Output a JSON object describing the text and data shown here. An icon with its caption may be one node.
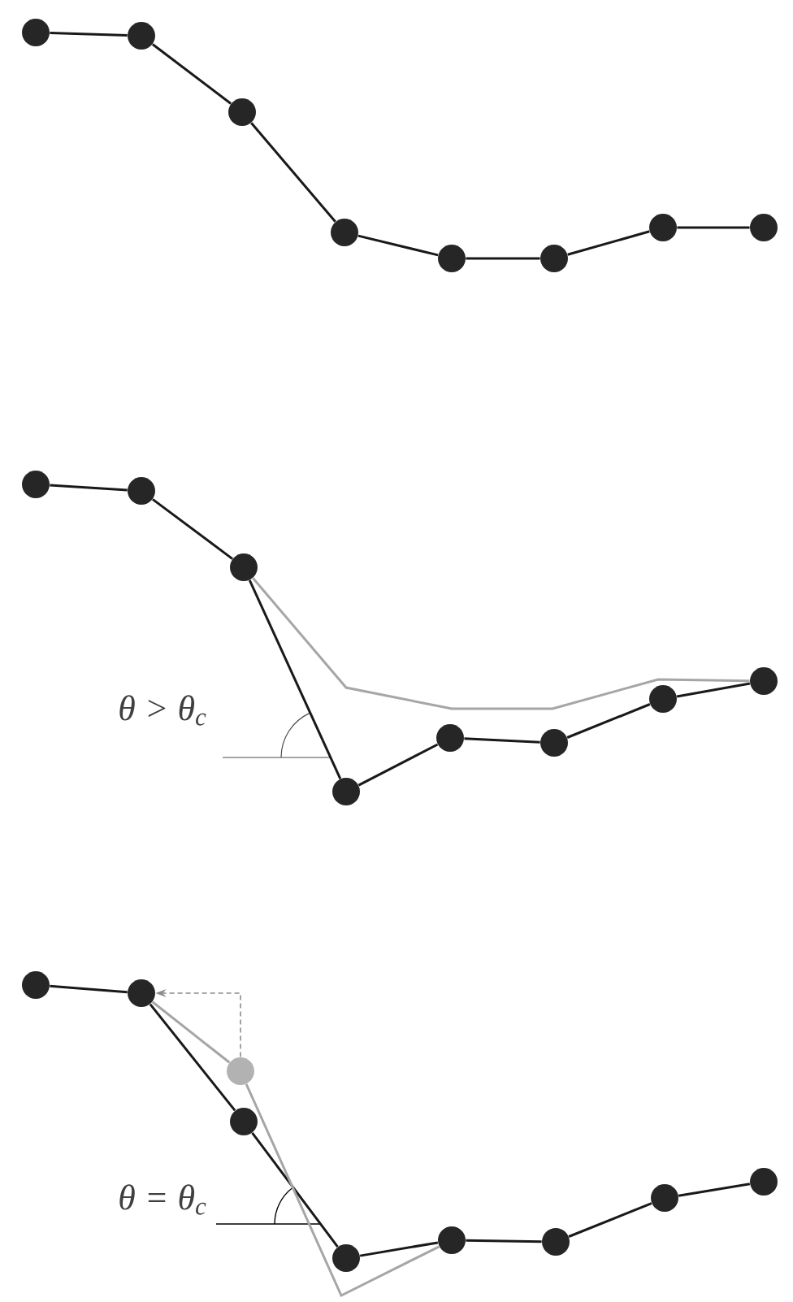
{
  "diagram": {
    "nodes": [
      {
        "text": [],
        "shape": "circle"
      },
      {
        "text": [],
        "shape": "circle"
      },
      {
        "text": [],
        "shape": "circle"
      },
      {
        "text": [],
        "shape": "circle"
      },
      {
        "text": [],
        "shape": "circle"
      },
      {
        "text": [],
        "shape": "circle"
      },
      {
        "text": [],
        "shape": "circle"
      },
      {
        "text": [],
        "shape": "circle"
      },
      {
        "text": [],
        "shape": "circle"
      },
      {
        "text": [],
        "shape": "circle"
      },
      {
        "text": [],
        "shape": "circle"
      },
      {
        "text": [],
        "shape": "circle"
      },
      {
        "text": [],
        "shape": "circle"
      },
      {
        "text": [],
        "shape": "circle"
      },
      {
        "text": [],
        "shape": "circle"
      },
      {
        "text": [],
        "shape": "circle"
      },
      {
        "text": [],
        "shape": "circle"
      },
      {
        "text": [],
        "shape": "circle"
      },
      {
        "text": [],
        "shape": "circle"
      },
      {
        "text": [],
        "shape": "circle"
      },
      {
        "text": [],
        "shape": "circle"
      },
      {
        "text": [],
        "shape": "circle"
      },
      {
        "text": [],
        "shape": "circle"
      },
      {
        "text": [],
        "shape": "circle"
      },
      {
        "text": [],
        "shape": "circle"
      }
    ],
    "edges": [
      {
        "from": 0,
        "to": 1,
        "arrow": "none"
      },
      {
        "from": 1,
        "to": 2,
        "arrow": "none"
      },
      {
        "from": 2,
        "to": 3,
        "arrow": "none"
      },
      {
        "from": 3,
        "to": 4,
        "arrow": "none"
      },
      {
        "from": 4,
        "to": 5,
        "arrow": "none"
      },
      {
        "from": 5,
        "to": 6,
        "arrow": "none"
      },
      {
        "from": 6,
        "to": 7,
        "arrow": "none"
      },
      {
        "from": 8,
        "to": 9,
        "arrow": "none"
      },
      {
        "from": 9,
        "to": 10,
        "arrow": "none"
      },
      {
        "from": 10,
        "to": 11,
        "arrow": "none"
      },
      {
        "from": 11,
        "to": 12,
        "arrow": "none"
      },
      {
        "from": 12,
        "to": 13,
        "arrow": "none"
      },
      {
        "from": 13,
        "to": 14,
        "arrow": "none"
      },
      {
        "from": 14,
        "to": 15,
        "arrow": "none"
      },
      {
        "from": 10,
        "to": 15,
        "arrow": "none",
        "color": "#a6a6a6"
      },
      {
        "from": 16,
        "to": 17,
        "arrow": "none"
      },
      {
        "from": 17,
        "to": 18,
        "arrow": "none"
      },
      {
        "from": 18,
        "to": 19,
        "arrow": "none"
      },
      {
        "from": 19,
        "to": 20,
        "arrow": "none"
      },
      {
        "from": 20,
        "to": 21,
        "arrow": "none"
      },
      {
        "from": 21,
        "to": 22,
        "arrow": "none"
      },
      {
        "from": 22,
        "to": 23,
        "arrow": "none"
      },
      {
        "from": 17,
        "to": 24,
        "arrow": "none",
        "color": "#a6a6a6"
      },
      {
        "from": 24,
        "to": 20,
        "arrow": "none",
        "color": "#a6a6a6"
      },
      {
        "from": 24,
        "to": 17,
        "arrow": "to",
        "style": "dashed",
        "color": "#8c8c8c"
      }
    ],
    "labels": [
      "θ > θ$_{c}$",
      "θ = θ$_{c}$"
    ]
  }
}
